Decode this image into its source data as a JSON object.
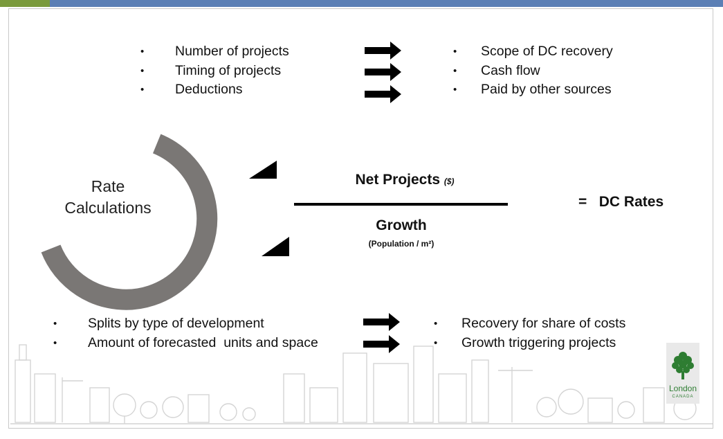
{
  "diagram": {
    "ring_label_line1": "Rate",
    "ring_label_line2": "Calculations",
    "numerator": "Net Projects",
    "numerator_unit": "($)",
    "denominator": "Growth",
    "denominator_unit": "(Population / m²)",
    "result": "=   DC Rates",
    "top_left": [
      "Number of projects",
      "Timing of projects",
      "Deductions"
    ],
    "top_right": [
      "Scope of DC recovery",
      "Cash flow",
      "Paid by other sources"
    ],
    "bottom_left": [
      "Splits by type of development",
      "Amount of forecasted  units and space"
    ],
    "bottom_right": [
      "Recovery for share of costs",
      "Growth triggering projects"
    ],
    "bullet_char": "•"
  },
  "logo": {
    "name": "London",
    "sub": "CANADA"
  },
  "colors": {
    "arrow": "#000000",
    "ring": "#7a7775",
    "accent_bar": "#5b7fb5",
    "logo_green": "#2e7d32",
    "skyline": "#d9d9d9"
  },
  "icons": {
    "ring": "ring-icon",
    "arrow": "arrow-icon",
    "tree": "tree-icon",
    "skyline": "city-skyline-icon"
  }
}
